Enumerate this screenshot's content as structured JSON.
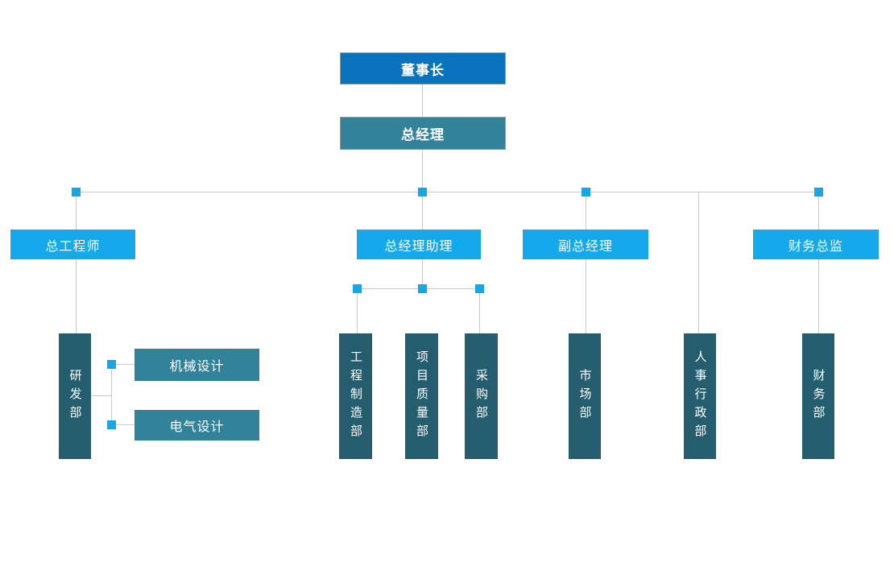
{
  "org": {
    "chairman": {
      "label": "董事长"
    },
    "general_manager": {
      "label": "总经理"
    },
    "level2": [
      {
        "id": "chief-engineer",
        "label": "总工程师"
      },
      {
        "id": "gm-assistant",
        "label": "总经理助理"
      },
      {
        "id": "deputy-gm",
        "label": "副总经理"
      },
      {
        "id": "finance-director",
        "label": "财务总监"
      }
    ],
    "departments": [
      {
        "id": "rd",
        "label": "研发部",
        "parent": "chief-engineer"
      },
      {
        "id": "engineering-manufacturing",
        "label": "工程制造部",
        "parent": "gm-assistant"
      },
      {
        "id": "project-quality",
        "label": "项目质量部",
        "parent": "gm-assistant"
      },
      {
        "id": "procurement",
        "label": "采购部",
        "parent": "gm-assistant"
      },
      {
        "id": "marketing",
        "label": "市场部",
        "parent": "deputy-gm"
      },
      {
        "id": "hr-admin",
        "label": "人事行政部",
        "parent": "general-manager"
      },
      {
        "id": "finance",
        "label": "财务部",
        "parent": "finance-director"
      }
    ],
    "rd_sub": [
      {
        "id": "mechanical-design",
        "label": "机械设计"
      },
      {
        "id": "electrical-design",
        "label": "电气设计"
      }
    ]
  },
  "colors": {
    "chairman_fill": "#0a73bd",
    "gm_fill": "#32839a",
    "level2_fill": "#13a9ea",
    "dept_fill": "#245e6e",
    "sub_fill": "#32839a",
    "connector_line": "#c9c9c9",
    "junction_square": "#14a8ea",
    "top_box_border": "#9c9c9c",
    "text": "#ffffff"
  }
}
